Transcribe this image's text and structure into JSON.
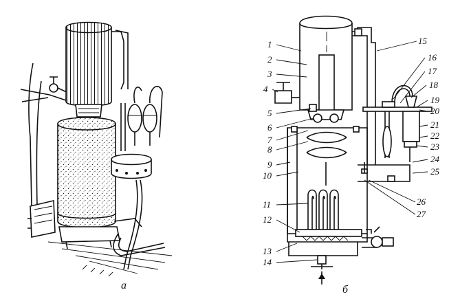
{
  "figure": {
    "caption_a": "а",
    "caption_b": "б",
    "callouts": [
      "1",
      "2",
      "3",
      "4",
      "5",
      "6",
      "7",
      "8",
      "9",
      "10",
      "11",
      "12",
      "13",
      "14",
      "15",
      "16",
      "17",
      "18",
      "19",
      "20",
      "21",
      "22",
      "23",
      "24",
      "25",
      "26",
      "27"
    ]
  }
}
